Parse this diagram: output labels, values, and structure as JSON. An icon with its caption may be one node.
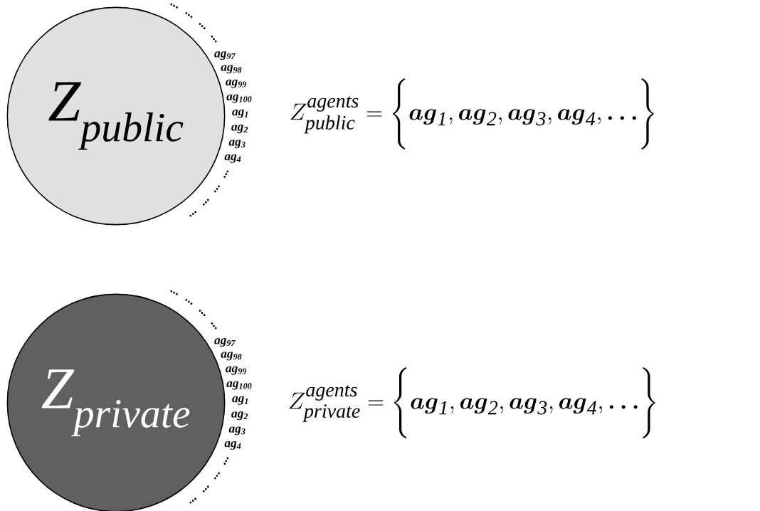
{
  "diagram": {
    "nodes": [
      {
        "text": [
          "Z$_{public}$"
        ],
        "beside": [
          "...",
          "...",
          "...",
          "...",
          "ag$_{97}$",
          "ag$_{98}$",
          "ag$_{99}$",
          "ag$_{100}$",
          "ag$_{1}$",
          "ag$_{2}$",
          "ag$_{3}$",
          "ag$_{4}$",
          "...",
          "...",
          "...",
          "..."
        ]
      },
      {
        "text": [
          "Z$_{private}$"
        ],
        "beside": [
          "...",
          "...",
          "...",
          "...",
          "ag$_{97}$",
          "ag$_{98}$",
          "ag$_{99}$",
          "ag$_{100}$",
          "ag$_{1}$",
          "ag$_{2}$",
          "ag$_{3}$",
          "ag$_{4}$",
          "...",
          "...",
          "...",
          "..."
        ]
      }
    ],
    "labels": [
      "Z^{\\mathit{agents}}_{\\mathit{public}} = \\Bigg\\{\\boldsymbol{ag}_{\\mathit{1}}, \\boldsymbol{ag}_{\\mathit{2}}, \\boldsymbol{ag}_{\\mathit{3}}, \\boldsymbol{ag}_{\\mathit{4}}, \\boldsymbol{\\ldots}\\Bigg\\}",
      "Z^{\\mathit{agents}}_{\\mathit{private}} = \\Bigg\\{\\boldsymbol{ag}_{\\mathit{1}}, \\boldsymbol{ag}_{\\mathit{2}}, \\boldsymbol{ag}_{\\mathit{3}}, \\boldsymbol{ag}_{\\mathit{4}}, \\boldsymbol{\\ldots}\\Bigg\\}"
    ]
  }
}
